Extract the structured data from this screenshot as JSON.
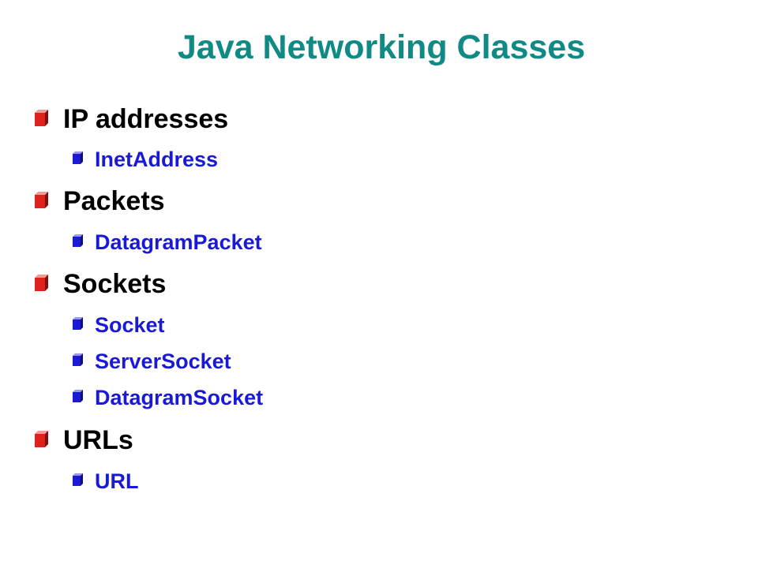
{
  "slide": {
    "title": "Java Networking Classes",
    "colors": {
      "title": "#0f8a84",
      "level1_text": "#000000",
      "level2_text": "#1a1ad6",
      "level1_bullet": "#e0201a",
      "level2_bullet": "#1a1ad6"
    },
    "bullet_icon_level1": "red-cube-bullet-icon",
    "bullet_icon_level2": "blue-cube-bullet-icon",
    "items": [
      {
        "label": "IP addresses",
        "subitems": [
          {
            "label": "InetAddress"
          }
        ]
      },
      {
        "label": "Packets",
        "subitems": [
          {
            "label": "DatagramPacket"
          }
        ]
      },
      {
        "label": "Sockets",
        "subitems": [
          {
            "label": "Socket"
          },
          {
            "label": "ServerSocket"
          },
          {
            "label": "DatagramSocket"
          }
        ]
      },
      {
        "label": "URLs",
        "subitems": [
          {
            "label": "URL"
          }
        ]
      }
    ]
  }
}
